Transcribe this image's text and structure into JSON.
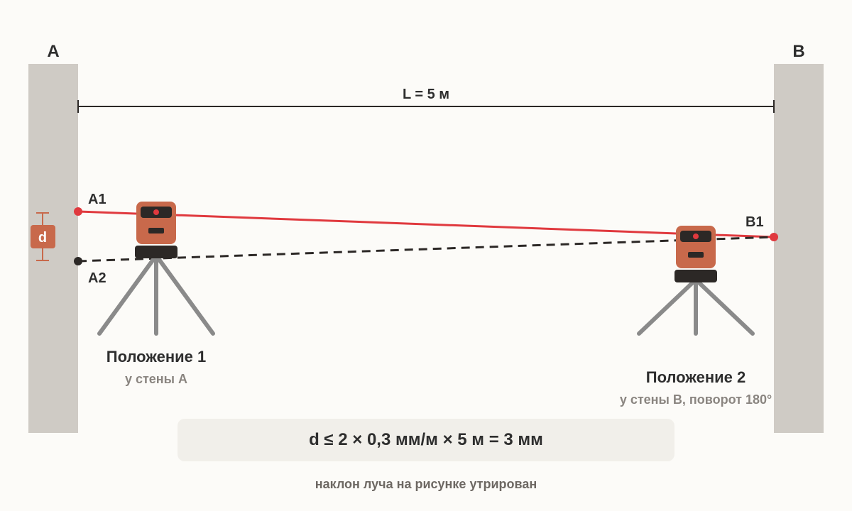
{
  "walls": {
    "left_label": "A",
    "right_label": "B"
  },
  "distance": {
    "label": "L = 5 м"
  },
  "points": {
    "a1": "A1",
    "a2": "A2",
    "b1": "B1",
    "d": "d"
  },
  "positions": [
    {
      "title": "Положение 1",
      "subtitle": "у стены A"
    },
    {
      "title": "Положение 2",
      "subtitle": "у стены B, поворот 180°"
    }
  ],
  "formula": "d ≤ 2 × 0,3 мм/м × 5 м = 3 мм",
  "note": "наклон луча на рисунке утрирован",
  "colors": {
    "wall": "#cfcbc5",
    "laser_body": "#c8694b",
    "laser_dark": "#2c2826",
    "beam_red": "#e0393e",
    "beam_dashed": "#2c2826",
    "tripod": "#8a8a8a",
    "formula_bg": "#f1efea",
    "d_badge": "#c8694b"
  }
}
